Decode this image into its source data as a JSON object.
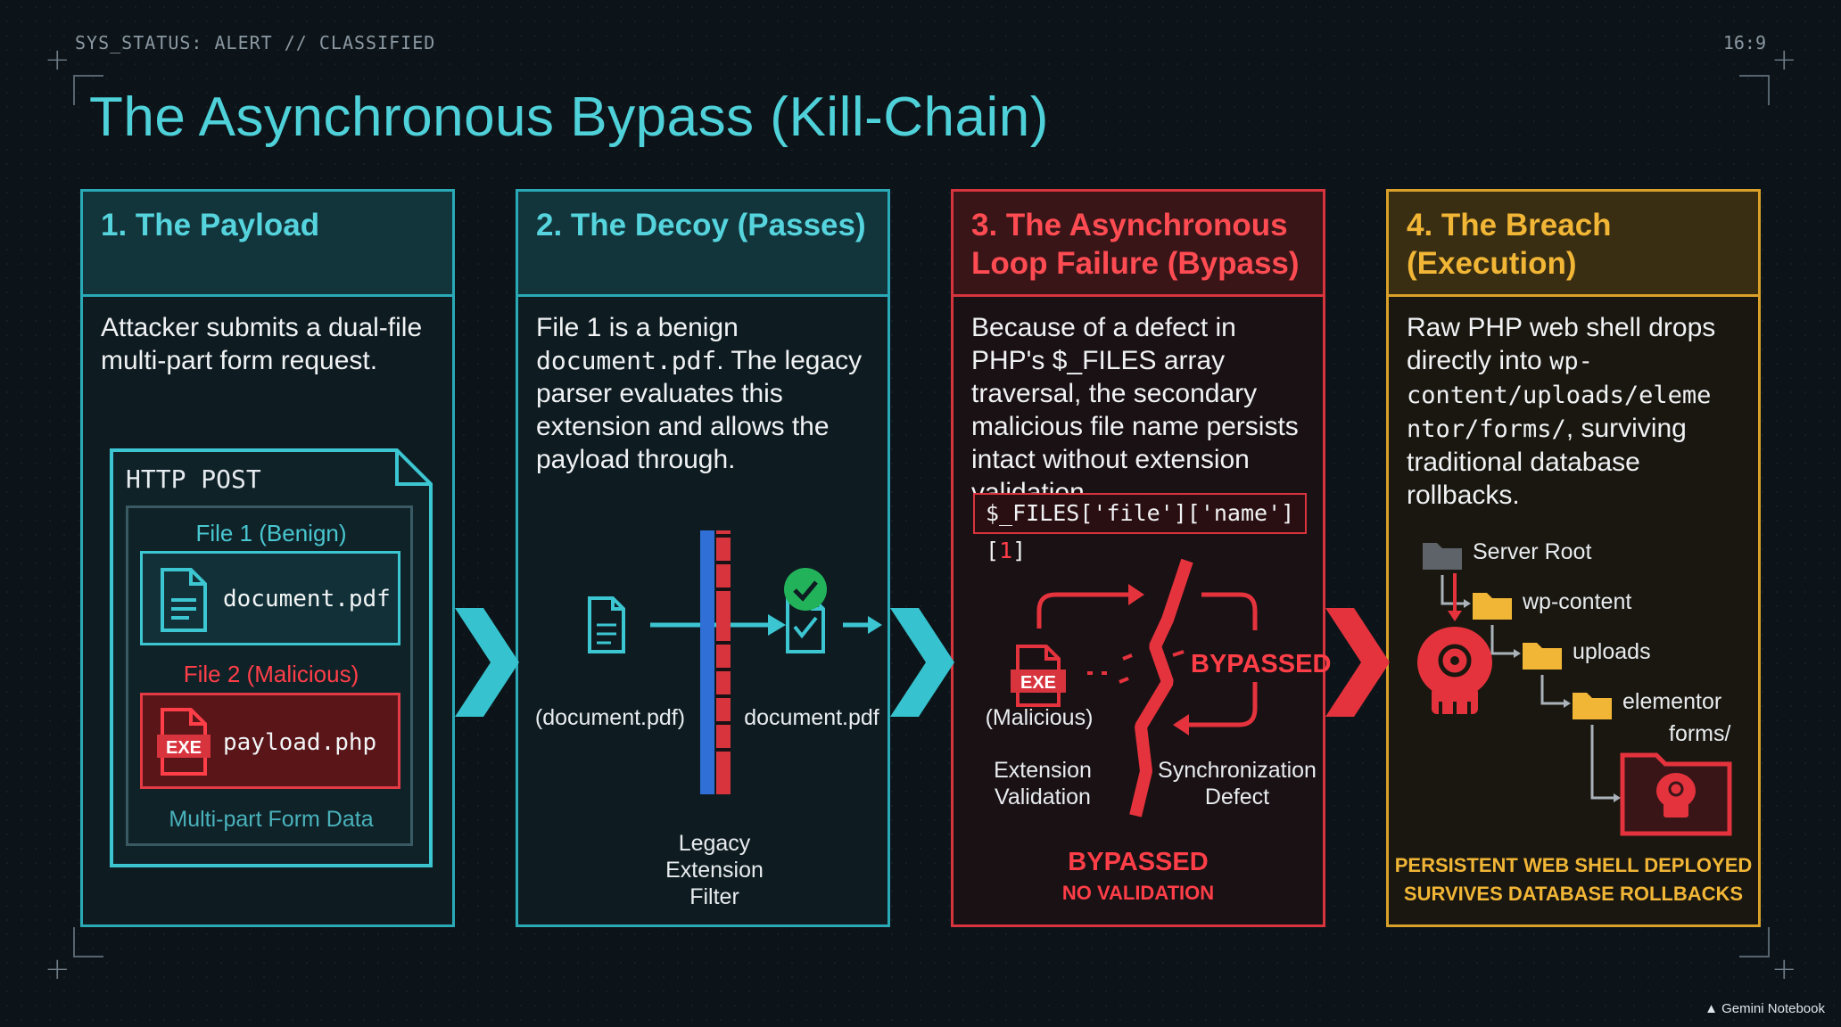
{
  "header": {
    "status": "SYS_STATUS: ALERT // CLASSIFIED",
    "ratio": "16:9",
    "title": "The Asynchronous Bypass (Kill-Chain)"
  },
  "panels": [
    {
      "heading": "1. The Payload",
      "body": "Attacker submits a dual-file multi-part form request.",
      "http": {
        "label": "HTTP POST",
        "file1_label": "File 1 (Benign)",
        "file1_name": "document.pdf",
        "file2_label": "File 2 (Malicious)",
        "file2_name": "payload.php",
        "exe": "EXE",
        "footer": "Multi-part Form Data"
      }
    },
    {
      "heading": "2. The Decoy (Passes)",
      "body_pre": "File 1 is a benign",
      "body_code": "document.pdf",
      "body_post": ". The legacy parser evaluates this extension and allows the payload through.",
      "left_doc": "(document.pdf)",
      "right_doc": "document.pdf",
      "filter_label": [
        "Legacy",
        "Extension",
        "Filter"
      ]
    },
    {
      "heading_lines": [
        "3. The Asynchronous",
        "Loop Failure (Bypass)"
      ],
      "body": "Because of a defect in PHP's $_FILES array traversal, the secondary malicious file name persists intact without extension validation.",
      "code_prefix": "$_FILES['file']['name'][",
      "code_index": "1",
      "code_suffix": "]",
      "exe": "EXE",
      "malicious": "(Malicious)",
      "bypassed_side": "BYPASSED",
      "ext_val": [
        "Extension",
        "Validation"
      ],
      "sync_defect": [
        "Synchronization",
        "Defect"
      ],
      "bypassed": "BYPASSED",
      "no_validation": "NO VALIDATION"
    },
    {
      "heading_lines": [
        "4. The Breach",
        "(Execution)"
      ],
      "body_pre": "Raw PHP web shell drops directly into",
      "body_code": [
        "wp-content/uploads/eleme",
        "ntor/forms/"
      ],
      "body_post": ", surviving traditional database rollbacks.",
      "tree": [
        "Server Root",
        "wp-content",
        "uploads",
        "elementor",
        "forms/"
      ],
      "footer": [
        "PERSISTENT WEB SHELL DEPLOYED",
        "SURVIVES DATABASE ROLLBACKS"
      ]
    }
  ],
  "credit": "Gemini Notebook",
  "colors": {
    "cyan": "#2aa9b6",
    "red": "#d8343e",
    "gold": "#d9a12a",
    "filter_blue": "#2f6fd6",
    "check_green": "#22b35a"
  }
}
